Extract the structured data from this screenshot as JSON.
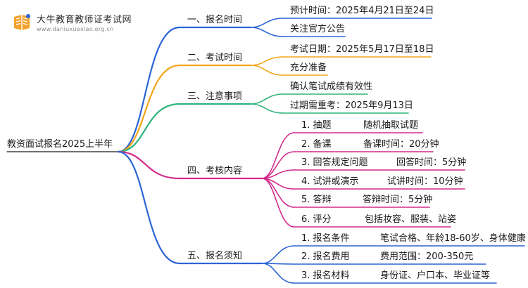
{
  "brand": {
    "name": "大牛教育教师证考试网",
    "url": "www.daniuxuexiao.org.cn"
  },
  "root": "教资面试报名2025上半年",
  "colors": {
    "registration_time": "#2b64d6",
    "exam_time": "#f2a51a",
    "notes": "#2fb37a",
    "assessment": "#d42a8c",
    "registration_info": "#2b64d6"
  },
  "branches": [
    {
      "label": "一、报名时间",
      "color_key": "registration_time",
      "children": [
        {
          "label": "预计时间：2025年4月21日至24日"
        },
        {
          "label": "关注官方公告"
        }
      ]
    },
    {
      "label": "二、考试时间",
      "color_key": "exam_time",
      "children": [
        {
          "label": "考试日期：2025年5月17日至18日"
        },
        {
          "label": "充分准备"
        }
      ]
    },
    {
      "label": "三、注意事项",
      "color_key": "notes",
      "children": [
        {
          "label": "确认笔试成绩有效性"
        },
        {
          "label": "过期需重考：2025年9月13日"
        }
      ]
    },
    {
      "label": "四、考核内容",
      "color_key": "assessment",
      "children": [
        {
          "label": "1. 抽题",
          "detail": "随机抽取试题"
        },
        {
          "label": "2. 备课",
          "detail": "备课时间：20分钟"
        },
        {
          "label": "3. 回答规定问题",
          "detail": "回答时间：5分钟"
        },
        {
          "label": "4. 试讲或演示",
          "detail": "试讲时间：10分钟"
        },
        {
          "label": "5. 答辩",
          "detail": "答辩时间：5分钟"
        },
        {
          "label": "6. 评分",
          "detail": "包括妆容、服装、站姿"
        }
      ]
    },
    {
      "label": "五、报名须知",
      "color_key": "registration_info",
      "children": [
        {
          "label": "1. 报名条件",
          "detail": "笔试合格、年龄18-60岁、身体健康"
        },
        {
          "label": "2. 报名费用",
          "detail": "费用范围：200-350元"
        },
        {
          "label": "3. 报名材料",
          "detail": "身份证、户口本、毕业证等"
        }
      ]
    }
  ]
}
